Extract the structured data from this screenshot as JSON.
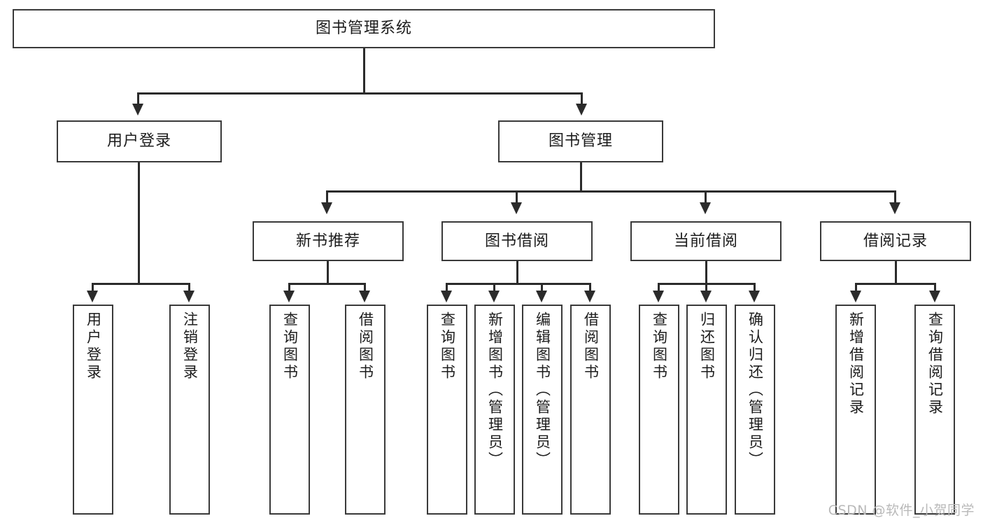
{
  "diagram": {
    "title": "图书管理系统",
    "type": "hierarchy-tree",
    "root": {
      "label": "图书管理系统"
    },
    "level2": [
      {
        "label": "用户登录"
      },
      {
        "label": "图书管理"
      }
    ],
    "level3": [
      {
        "label": "新书推荐"
      },
      {
        "label": "图书借阅"
      },
      {
        "label": "当前借阅"
      },
      {
        "label": "借阅记录"
      }
    ],
    "leaves": {
      "user_login": [
        {
          "label": "用户登录"
        },
        {
          "label": "注销登录"
        }
      ],
      "new_book_recommend": [
        {
          "label": "查询图书"
        },
        {
          "label": "借阅图书"
        }
      ],
      "book_borrow": [
        {
          "label": "查询图书"
        },
        {
          "label": "新增图书（管理员）"
        },
        {
          "label": "编辑图书（管理员）"
        },
        {
          "label": "借阅图书"
        }
      ],
      "current_borrow": [
        {
          "label": "查询图书"
        },
        {
          "label": "归还图书"
        },
        {
          "label": "确认归还（管理员）"
        }
      ],
      "borrow_record": [
        {
          "label": "新增借阅记录"
        },
        {
          "label": "查询借阅记录"
        }
      ]
    }
  },
  "watermark": {
    "text": "CSDN @软件_小贺同学"
  },
  "colors": {
    "box_border": "#3a3a3a",
    "connector": "#2b2b2b",
    "text": "#1c1c1c",
    "background": "#ffffff",
    "watermark": "#b9b9b9"
  }
}
